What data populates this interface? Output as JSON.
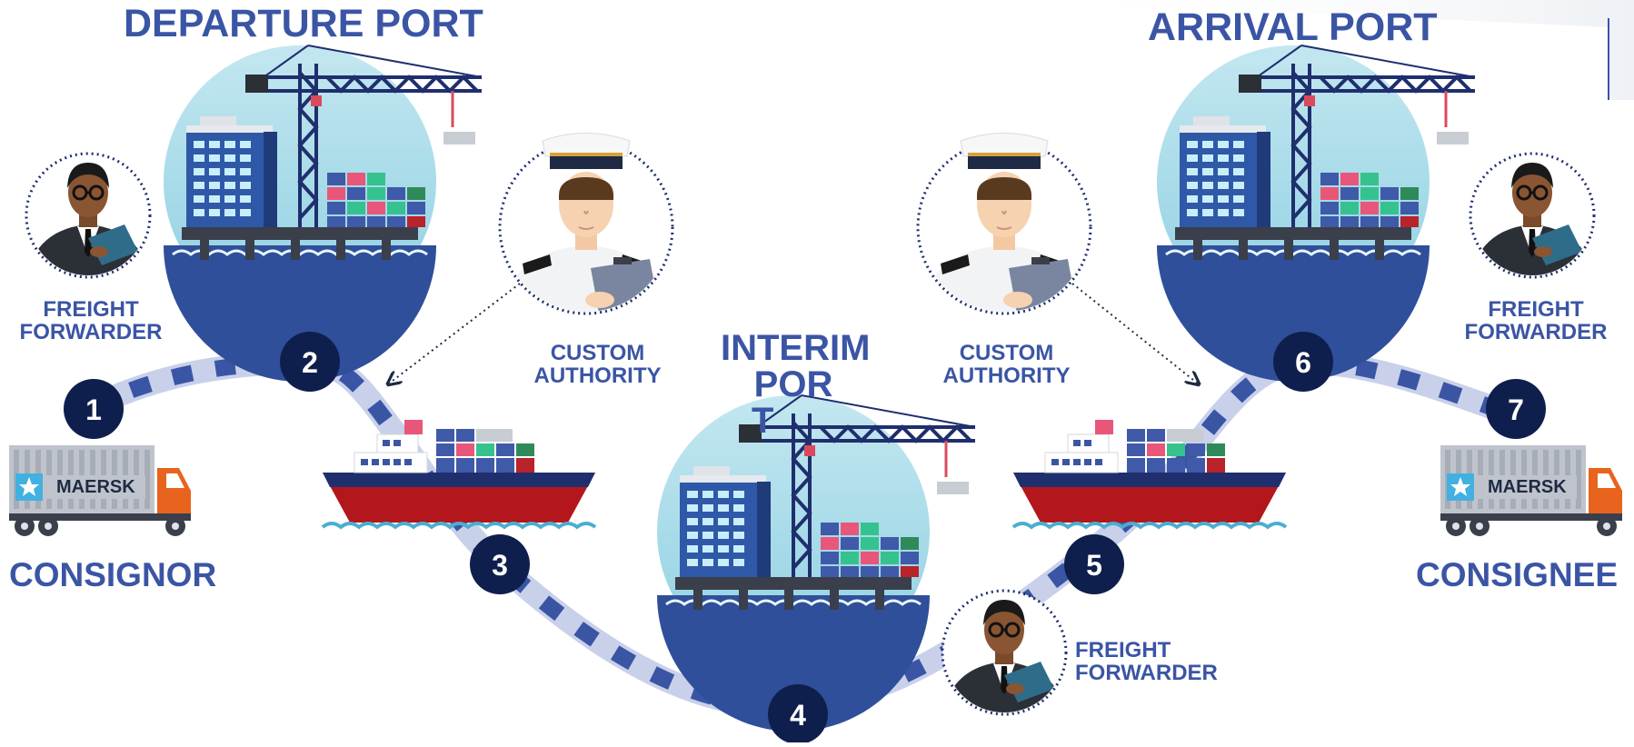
{
  "ports": {
    "departure": "DEPARTURE PORT",
    "arrival": "ARRIVAL PORT",
    "interim": [
      "INTERIM",
      "POR",
      "T"
    ]
  },
  "roles": {
    "freight_forwarder": [
      "FREIGHT",
      "FORWARDER"
    ],
    "custom_authority": [
      "CUSTOM",
      "AUTHORITY"
    ]
  },
  "parties": {
    "consignor": "CONSIGNOR",
    "consignee": "CONSIGNEE"
  },
  "truck_logo": "MAERSK",
  "steps": [
    "1",
    "2",
    "3",
    "4",
    "5",
    "6",
    "7"
  ],
  "colors": {
    "label": "#3b55a5",
    "step_circle": "#0f1f4d",
    "path_light": "#c9d1ea",
    "path_dark": "#3b55a5",
    "sky": "#a6dbe8",
    "ship_hull": "#b3161b",
    "truck_cab": "#e8641e"
  }
}
